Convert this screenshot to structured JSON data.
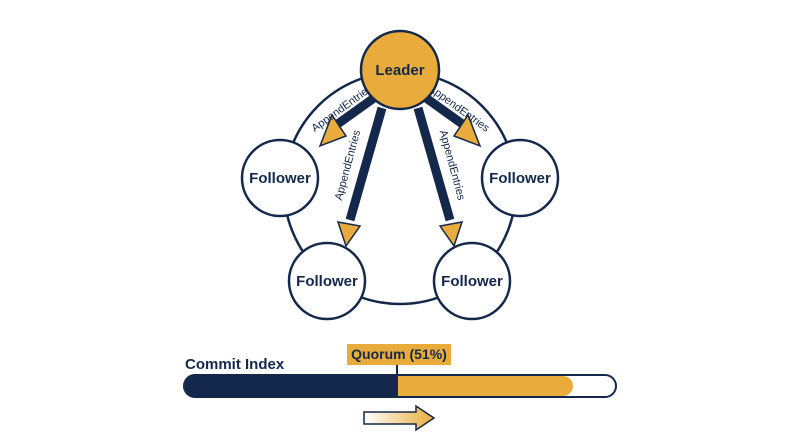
{
  "diagram": {
    "leader": {
      "label": "Leader"
    },
    "followers": [
      {
        "label": "Follower"
      },
      {
        "label": "Follower"
      },
      {
        "label": "Follower"
      },
      {
        "label": "Follower"
      }
    ],
    "edges": [
      {
        "label": "AppendEntries"
      },
      {
        "label": "AppendEntries"
      },
      {
        "label": "AppendEntries"
      },
      {
        "label": "AppendEntries"
      }
    ]
  },
  "commit_bar": {
    "label": "Commit Index",
    "quorum_label": "Quorum (51%)",
    "committed_fraction": 0.49,
    "replicated_fraction": 0.9
  },
  "colors": {
    "navy": "#13284a",
    "gold": "#e9ac3c",
    "background": "#ffffff"
  }
}
